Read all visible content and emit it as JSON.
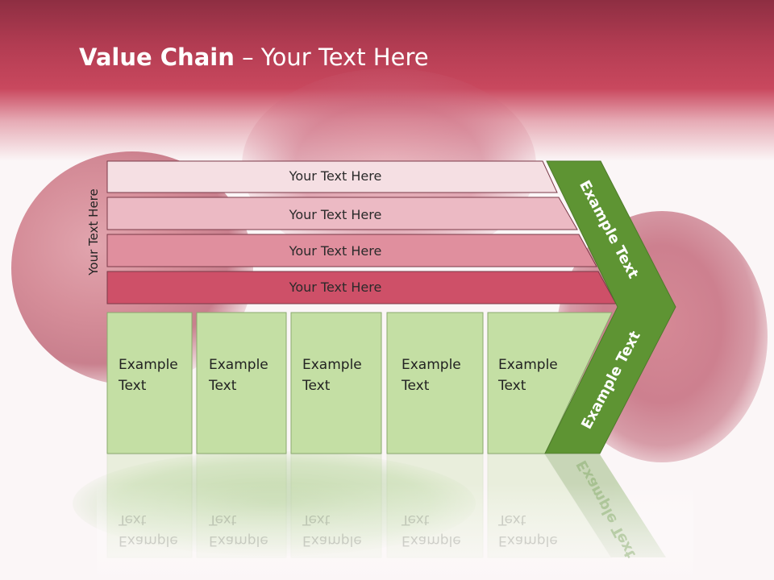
{
  "slide": {
    "title_bold": "Value Chain",
    "title_rest": " – Your Text Here",
    "vertical_label": "Your Text Here"
  },
  "bars": [
    {
      "label": "Your Text Here",
      "color": "#f5dfe3"
    },
    {
      "label": "Your Text Here",
      "color": "#ecbac4"
    },
    {
      "label": "Your Text Here",
      "color": "#e08f9e"
    },
    {
      "label": "Your Text Here",
      "color": "#ce5068"
    }
  ],
  "boxes": [
    {
      "label": "Example\nText"
    },
    {
      "label": "Example\nText"
    },
    {
      "label": "Example\nText"
    },
    {
      "label": "Example\nText"
    },
    {
      "label": "Example\nText"
    }
  ],
  "chevron": {
    "upper_label": "Example Text",
    "lower_label": "Example Text",
    "color": "#5e9433"
  },
  "colors": {
    "box_fill": "#c4dfa4",
    "box_border": "#8aa86e",
    "bar_border": "#7a3a48",
    "header": "#c04658"
  }
}
